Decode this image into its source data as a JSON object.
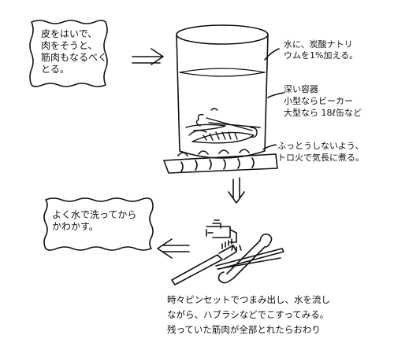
{
  "step1": {
    "text": "皮をはいで、\n肉をそうと、\n筋肉もなるべく\nとる。"
  },
  "vessel_notes": {
    "additive": "水に、炭酸ナトリ\nウムを1%加える。",
    "container": "深い容器\n小型ならビーカー\n大型なら 18ℓ缶など",
    "heating": "ふっとうしないよう、\nトロ火で気長に煮る。"
  },
  "step3": {
    "text": "よく水で洗ってから\nかわかす。"
  },
  "step2": {
    "text": "時々ピンセットでつまみ出し、水を流し\nながら、ハブラシなどでこすってみる。\n残っていた筋肉が全部とれたらおわり"
  }
}
